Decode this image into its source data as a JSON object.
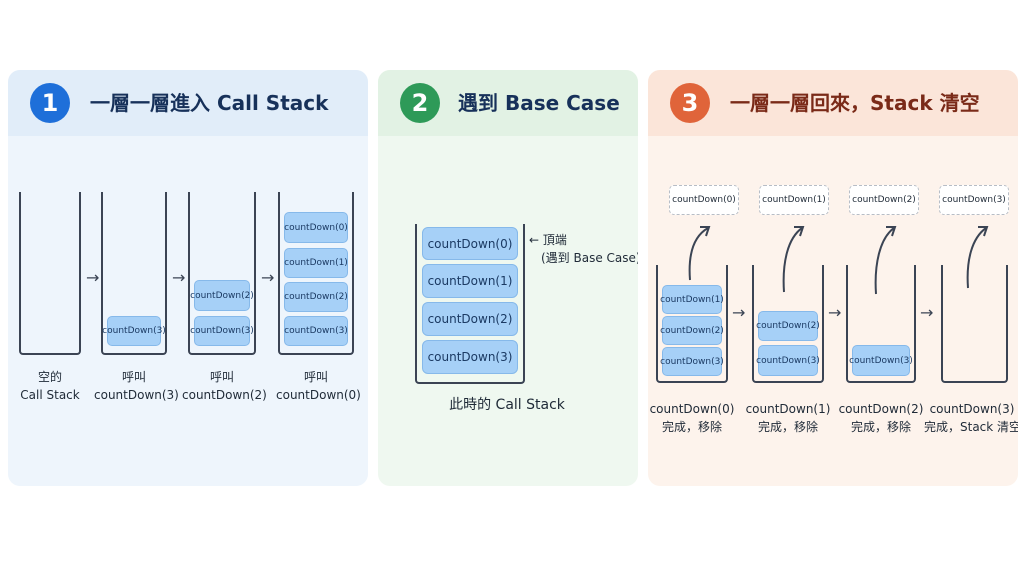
{
  "panel1": {
    "number": "1",
    "title": "一層一層進入 Call Stack",
    "steps": [
      {
        "caption_line1": "空的",
        "caption_line2": "Call Stack",
        "frames": []
      },
      {
        "caption_line1": "呼叫",
        "caption_line2": "countDown(3)",
        "frames": [
          "countDown(3)"
        ]
      },
      {
        "caption_line1": "呼叫",
        "caption_line2": "countDown(2)",
        "frames": [
          "countDown(2)",
          "countDown(3)"
        ]
      },
      {
        "caption_line1": "呼叫",
        "caption_line2": "countDown(0)",
        "frames": [
          "countDown(0)",
          "countDown(1)",
          "countDown(2)",
          "countDown(3)"
        ]
      }
    ]
  },
  "panel2": {
    "number": "2",
    "title": "遇到 Base Case",
    "frames": [
      "countDown(0)",
      "countDown(1)",
      "countDown(2)",
      "countDown(3)"
    ],
    "top_label_line1": "← 頂端",
    "top_label_line2": "(遇到 Base Case)",
    "caption": "此時的 Call Stack"
  },
  "panel3": {
    "number": "3",
    "title": "一層一層回來，Stack 清空",
    "steps": [
      {
        "popped": "countDown(0)",
        "frames": [
          "countDown(1)",
          "countDown(2)",
          "countDown(3)"
        ],
        "caption_line1": "countDown(0)",
        "caption_line2": "完成，移除"
      },
      {
        "popped": "countDown(1)",
        "frames": [
          "countDown(2)",
          "countDown(3)"
        ],
        "caption_line1": "countDown(1)",
        "caption_line2": "完成，移除"
      },
      {
        "popped": "countDown(2)",
        "frames": [
          "countDown(3)"
        ],
        "caption_line1": "countDown(2)",
        "caption_line2": "完成，移除"
      },
      {
        "popped": "countDown(3)",
        "frames": [],
        "caption_line1": "countDown(3)",
        "caption_line2": "完成，Stack 清空"
      }
    ]
  },
  "step_arrow": "→",
  "colors": {
    "panel1_accent": "#1e6fd9",
    "panel2_accent": "#2e9a58",
    "panel3_accent": "#e0643a",
    "frame_fill": "#a6d0f7"
  }
}
